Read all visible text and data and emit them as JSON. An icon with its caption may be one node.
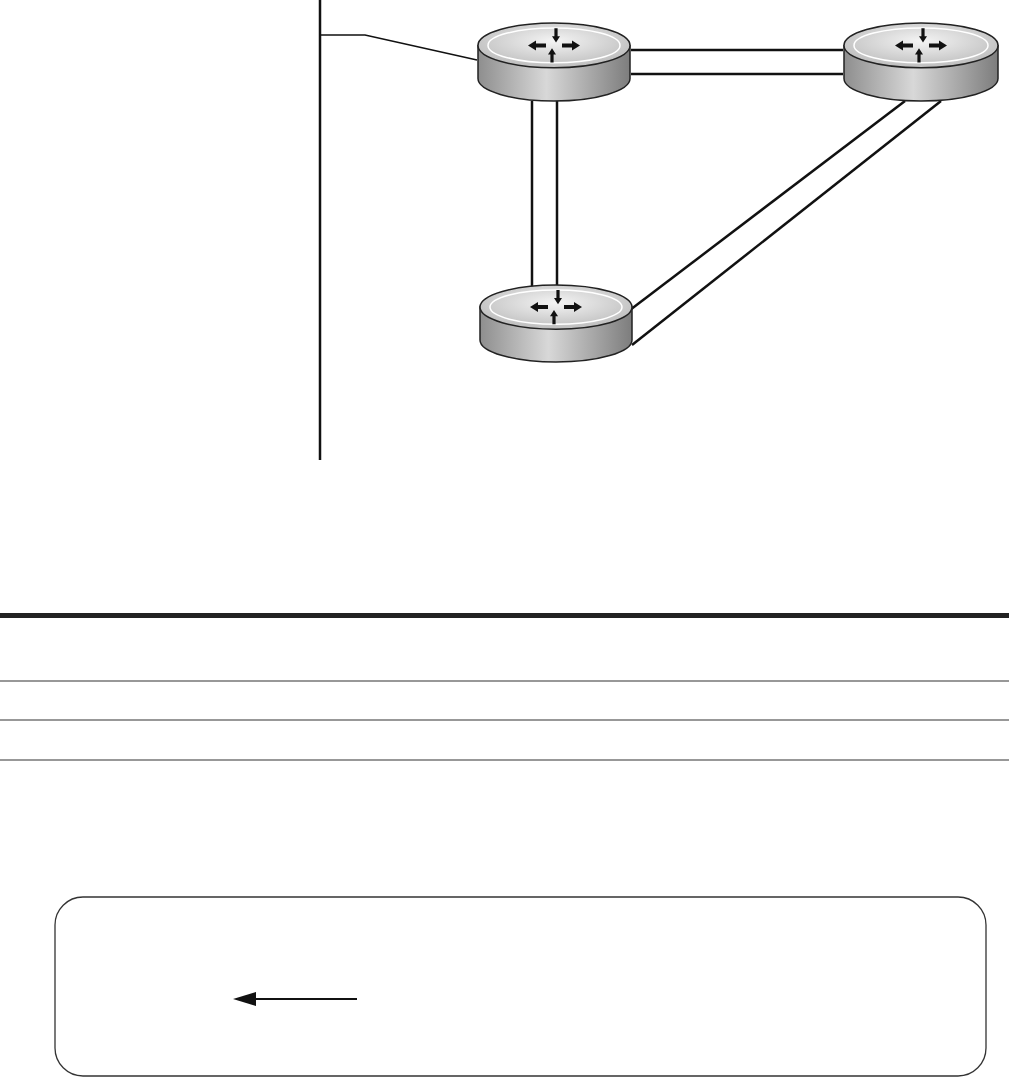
{
  "diagram": {
    "nodes": [
      {
        "text": [],
        "shape": "cylinder"
      },
      {
        "text": [],
        "shape": "cylinder"
      },
      {
        "text": [],
        "shape": "cylinder"
      },
      {
        "text": [],
        "shape": "box"
      }
    ],
    "edges": [
      {
        "from": 0,
        "to": 1,
        "arrow": "none"
      },
      {
        "from": 0,
        "to": 1,
        "arrow": "none"
      },
      {
        "from": 0,
        "to": 2,
        "arrow": "none"
      },
      {
        "from": 0,
        "to": 2,
        "arrow": "none"
      },
      {
        "from": 2,
        "to": 1,
        "arrow": "none"
      },
      {
        "from": 2,
        "to": 1,
        "arrow": "none"
      },
      {
        "from": null,
        "to": 0,
        "arrow": "none"
      }
    ]
  }
}
